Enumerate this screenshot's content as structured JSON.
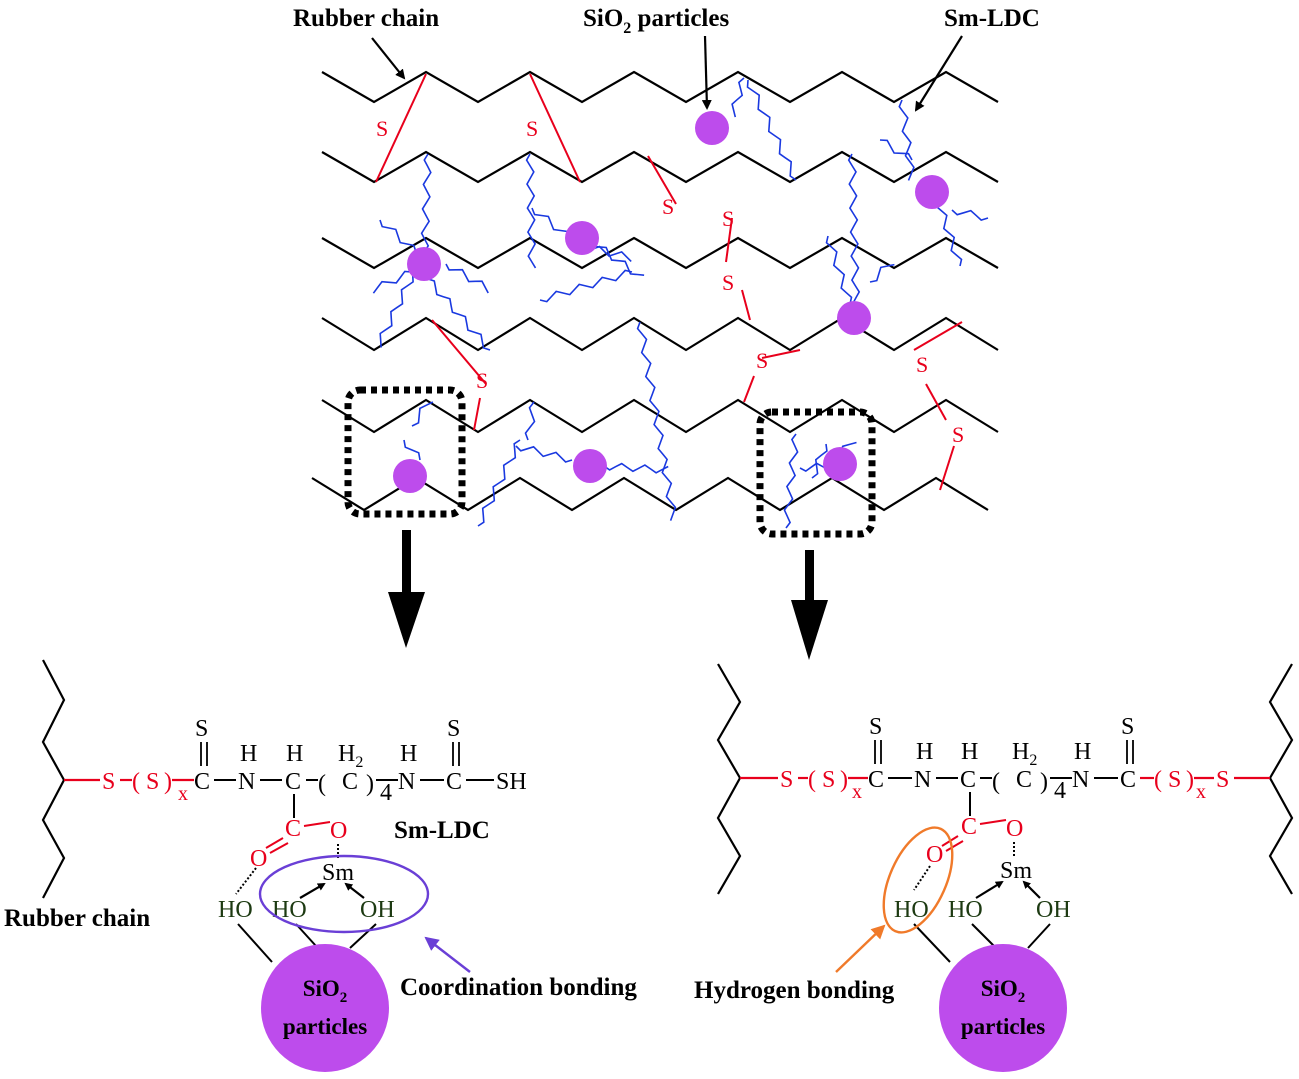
{
  "colors": {
    "chain": "#000000",
    "sulfur": "#e8001c",
    "ldc": "#1a39e0",
    "particle": "#bd4cec",
    "coordination": "#6a3fd6",
    "hydrogen": "#f07a2a",
    "hydroxyl": "#1d3a12"
  },
  "top": {
    "rubber_chain_label": "Rubber chain",
    "sio2_particles_label_pre": "SiO",
    "sio2_particles_label_sub": "2",
    "sio2_particles_label_post": " particles",
    "sm_ldc_label": "Sm-LDC",
    "crosslink_atom": "S"
  },
  "left": {
    "rubber_chain_label": "Rubber chain",
    "sm_ldc_label": "Sm-LDC",
    "particle_line1_pre": "SiO",
    "particle_line1_sub": "2",
    "particle_line2": "particles",
    "annotation": "Coordination bonding"
  },
  "right": {
    "particle_line1_pre": "SiO",
    "particle_line1_sub": "2",
    "particle_line2": "particles",
    "annotation": "Hydrogen bonding"
  },
  "chem": {
    "S": "S",
    "x": "x",
    "C": "C",
    "N": "N",
    "H": "H",
    "H2": "H",
    "sub2": "2",
    "sub4": "4",
    "SH": "SH",
    "O": "O",
    "Sm": "Sm",
    "HO": "HO",
    "OH": "OH",
    "paren_open": "(",
    "paren_close": ")",
    "dash": "–",
    "eq": "="
  }
}
